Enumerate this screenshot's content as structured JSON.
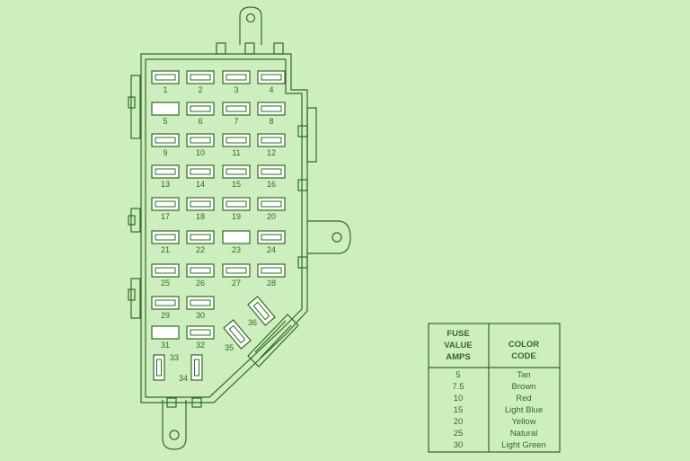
{
  "colors": {
    "background": "#cfeec0",
    "line": "#2f6b1f",
    "fuse_fill": "#ffffff"
  },
  "fuse_labels": [
    "1",
    "2",
    "3",
    "4",
    "5",
    "6",
    "7",
    "8",
    "9",
    "10",
    "11",
    "12",
    "13",
    "14",
    "15",
    "16",
    "17",
    "18",
    "19",
    "20",
    "21",
    "22",
    "23",
    "24",
    "25",
    "26",
    "27",
    "28",
    "29",
    "30",
    "31",
    "32",
    "33",
    "34",
    "35",
    "36"
  ],
  "legend": {
    "header_left": [
      "FUSE",
      "VALUE",
      "AMPS"
    ],
    "header_right": [
      "COLOR",
      "CODE"
    ],
    "rows": [
      {
        "amps": "5",
        "color": "Tan"
      },
      {
        "amps": "7.5",
        "color": "Brown"
      },
      {
        "amps": "10",
        "color": "Red"
      },
      {
        "amps": "15",
        "color": "Light Blue"
      },
      {
        "amps": "20",
        "color": "Yellow"
      },
      {
        "amps": "25",
        "color": "Natural"
      },
      {
        "amps": "30",
        "color": "Light Green"
      }
    ]
  }
}
